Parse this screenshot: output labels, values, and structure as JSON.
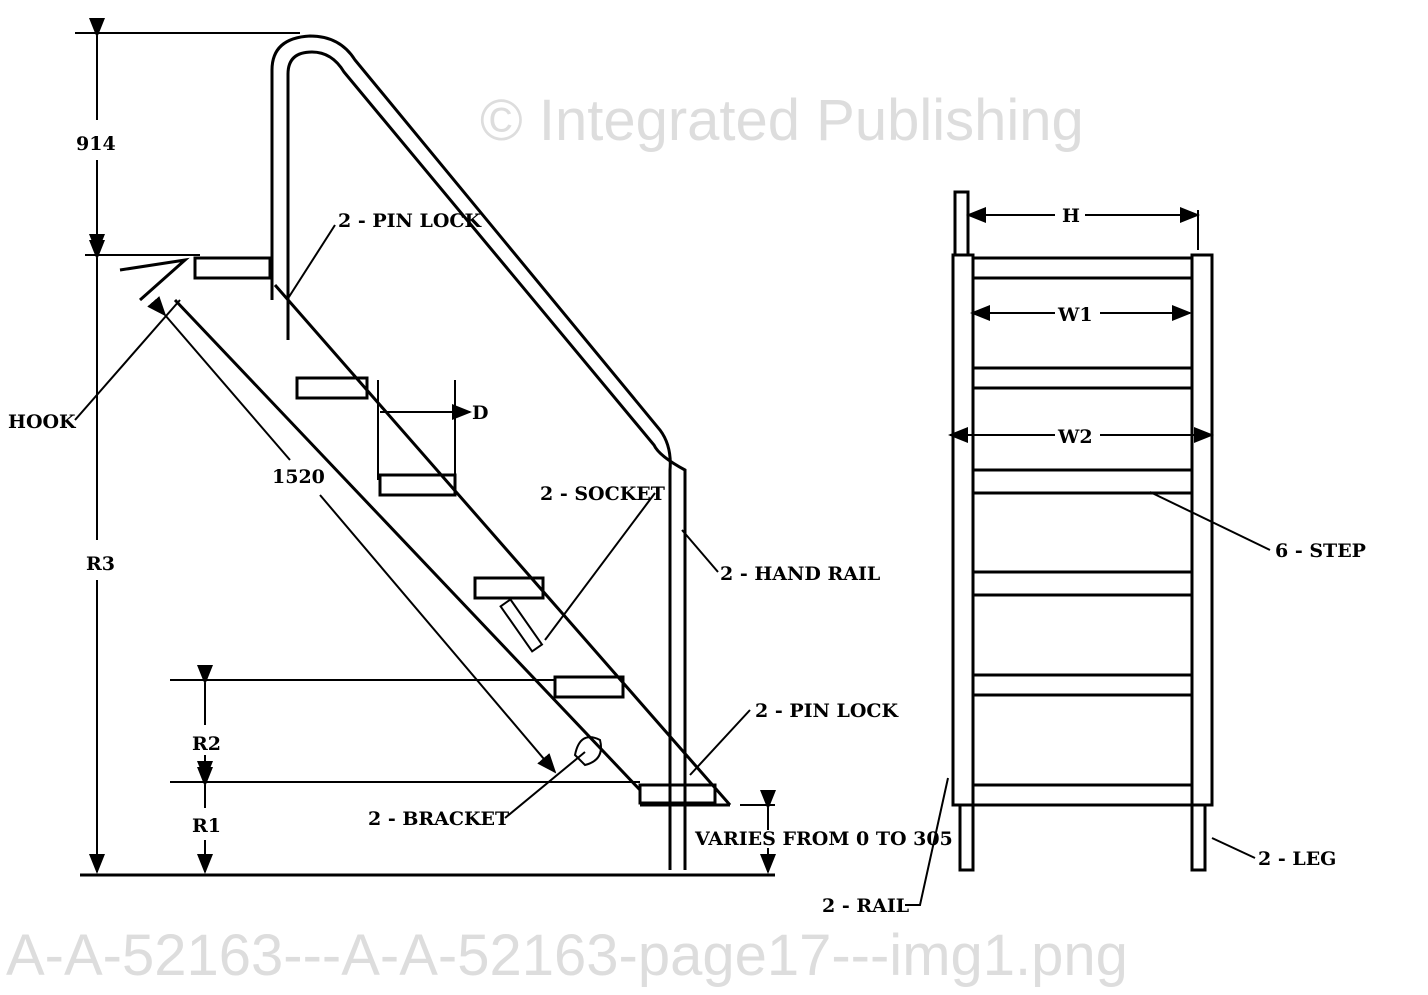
{
  "side_view": {
    "dims": {
      "top": "914",
      "r3": "R3",
      "length": "1520",
      "d": "D",
      "r2": "R2",
      "r1": "R1",
      "varies": "VARIES FROM 0 TO 305"
    },
    "labels": {
      "pin_lock_top": "2 - PIN LOCK",
      "hook": "HOOK",
      "socket": "2 - SOCKET",
      "hand_rail": "2 - HAND RAIL",
      "pin_lock_bottom": "2 - PIN LOCK",
      "bracket": "2 - BRACKET"
    }
  },
  "front_view": {
    "dims": {
      "h": "H",
      "w1": "W1",
      "w2": "W2"
    },
    "labels": {
      "step": "6 - STEP",
      "leg": "2 - LEG",
      "rail": "2 - RAIL"
    }
  },
  "watermark": {
    "line1": "© Integrated Publishing",
    "line2": "A-A-52163---A-A-52163-page17---img1.png"
  }
}
